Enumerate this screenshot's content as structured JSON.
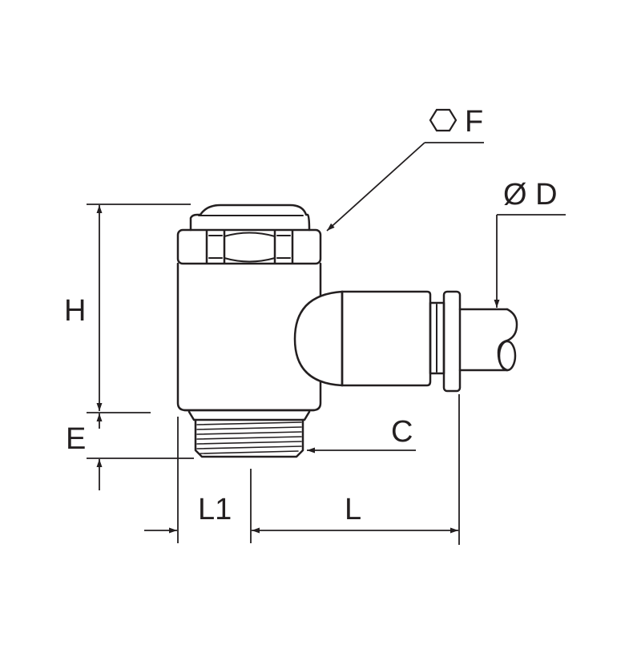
{
  "labels": {
    "H": "H",
    "E": "E",
    "L1": "L1",
    "L": "L",
    "C": "C",
    "F": "F",
    "D": "Ø D"
  },
  "icons": {
    "hex_symbol": "hexagon-icon"
  },
  "colors": {
    "line": "#231f20",
    "background": "#ffffff"
  }
}
